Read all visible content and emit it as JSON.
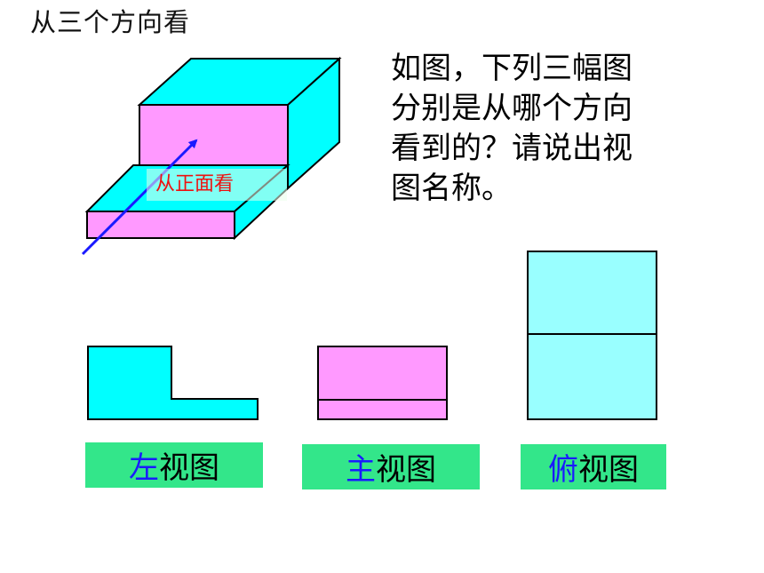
{
  "title": "从三个方向看",
  "question": {
    "lines": [
      "如图，下列三幅图",
      "分别是从哪个方向",
      "看到的？请说出视",
      "图名称。"
    ]
  },
  "arrow_label": "从正面看",
  "views": [
    {
      "highlight": "左",
      "rest": "视图"
    },
    {
      "highlight": "主",
      "rest": "视图"
    },
    {
      "highlight": "俯",
      "rest": "视图"
    }
  ],
  "colors": {
    "cyan": "#00ffff",
    "pink": "#ff99ff",
    "light_cyan": "#99ffff",
    "label_bg": "#33e68a",
    "highlight_text": "#1a1aff",
    "arrow": "#1a1aff",
    "arrow_label_text": "#ee1111"
  }
}
